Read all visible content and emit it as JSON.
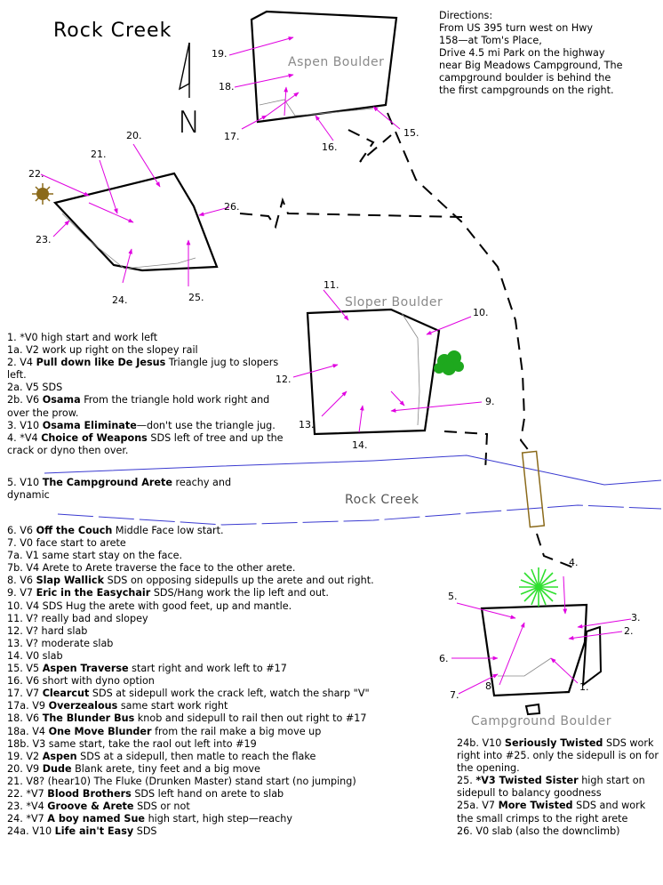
{
  "title": "Rock Creek",
  "directions": [
    "Directions:",
    "From US 395 turn west on Hwy",
    "158—at Tom's Place,",
    "Drive 4.5 mi Park on the highway",
    "near Big Meadows Campground, The",
    "campground boulder is behind the",
    "the first campgrounds on the right."
  ],
  "compass_label": "N",
  "boulders": {
    "aspen": "Aspen Boulder",
    "sloper": "Sloper Boulder",
    "campground": "Campground Boulder"
  },
  "creek_label": "Rock Creek",
  "map_numbers": {
    "n1": "1.",
    "n2": "2.",
    "n3": "3.",
    "n4": "4.",
    "n5": "5.",
    "n6": "6.",
    "n7": "7.",
    "n8": "8.",
    "n9": "9.",
    "n10": "10.",
    "n11": "11.",
    "n12": "12.",
    "n13": "13.",
    "n14": "14.",
    "n15": "15.",
    "n16": "16.",
    "n17": "17.",
    "n18": "18.",
    "n19": "19.",
    "n20": "20.",
    "n21": "21.",
    "n22": "22.",
    "n23": "23.",
    "n24": "24.",
    "n25": "25.",
    "n26": "26."
  },
  "routes_a": [
    {
      "num": "1.",
      "name": "",
      "text": "*V0 high start and work left"
    },
    {
      "num": "1a.",
      "name": "",
      "text": "V2 work up right on the slopey rail"
    },
    {
      "num": "2.",
      "pre": "V4",
      "name": "Pull down like De Jesus",
      "text": "Triangle jug to slopers left."
    },
    {
      "num": "2a.",
      "name": "",
      "text": "V5 SDS"
    },
    {
      "num": "2b.",
      "pre": "V6",
      "name": "Osama",
      "text": "From the triangle hold work right and over the prow."
    },
    {
      "num": "3.",
      "pre": "V10",
      "name": "Osama Eliminate",
      "text": "—don't use the triangle jug."
    },
    {
      "num": "4.",
      "pre": "*V4",
      "name": "Choice of Weapons",
      "text": "SDS left of tree and up the crack or dyno then over."
    }
  ],
  "route5": {
    "num": "5.",
    "pre": "V10",
    "name": "The Campground Arete",
    "text": "reachy and dynamic"
  },
  "routes_b": [
    {
      "num": "6.",
      "pre": "V6",
      "name": "Off the Couch",
      "text": "Middle Face low start."
    },
    {
      "num": "7.",
      "pre": "",
      "name": "",
      "text": "V0 face start to arete"
    },
    {
      "num": "7a.",
      "pre": "",
      "name": "",
      "text": "V1 same start stay on the face."
    },
    {
      "num": "7b.",
      "pre": "",
      "name": "",
      "text": "V4 Arete to Arete traverse the face to the other arete."
    },
    {
      "num": "8.",
      "pre": "V6",
      "name": "Slap Wallick",
      "text": "SDS on opposing sidepulls up the arete and out right."
    },
    {
      "num": "9.",
      "pre": "V7",
      "name": "Eric in the Easychair",
      "text": "SDS/Hang work the lip left and out."
    },
    {
      "num": "10.",
      "pre": "",
      "name": "",
      "text": "V4 SDS Hug the arete with good feet, up and mantle."
    },
    {
      "num": "11.",
      "pre": "",
      "name": "",
      "text": "V? really bad and slopey"
    },
    {
      "num": "12.",
      "pre": "",
      "name": "",
      "text": "V? hard slab"
    },
    {
      "num": "13.",
      "pre": "",
      "name": "",
      "text": "V? moderate slab"
    },
    {
      "num": "14.",
      "pre": "",
      "name": "",
      "text": "V0 slab"
    },
    {
      "num": "15.",
      "pre": "V5",
      "name": "Aspen Traverse",
      "text": "start right and work left to #17"
    },
    {
      "num": "16.",
      "pre": "",
      "name": "",
      "text": "V6 short with dyno option"
    },
    {
      "num": "17.",
      "pre": "V7",
      "name": "Clearcut",
      "text": "SDS at sidepull work the crack left, watch the sharp \"V\""
    },
    {
      "num": "17a.",
      "pre": "V9",
      "name": "Overzealous",
      "text": "same start work right"
    },
    {
      "num": "18.",
      "pre": "V6",
      "name": "The Blunder Bus",
      "text": "knob and sidepull to rail then out right to #17"
    },
    {
      "num": "18a.",
      "pre": "V4",
      "name": "One Move Blunder",
      "text": "from the rail make a big move up"
    },
    {
      "num": "18b.",
      "pre": "",
      "name": "",
      "text": "V3 same start, take the raol out left into #19"
    },
    {
      "num": "19.",
      "pre": "V2",
      "name": "Aspen",
      "text": "SDS at a sidepull, then matle to reach the flake"
    },
    {
      "num": "20.",
      "pre": "V9",
      "name": "Dude",
      "text": "Blank arete, tiny feet and a big move"
    },
    {
      "num": "21.",
      "pre": "",
      "name": "",
      "text": "V8? (hear10) The Fluke (Drunken Master) stand start (no jumping)"
    },
    {
      "num": "22.",
      "pre": "*V7",
      "name": "Blood Brothers",
      "text": "SDS left hand on arete to slab"
    },
    {
      "num": "23.",
      "pre": "*V4",
      "name": "Groove & Arete",
      "text": "SDS or not"
    },
    {
      "num": "24.",
      "pre": "*V7",
      "name": "A boy named Sue",
      "text": "high start, high step—reachy"
    },
    {
      "num": "24a.",
      "pre": "V10",
      "name": "Life ain't Easy",
      "text": "SDS"
    }
  ],
  "routes_c": [
    {
      "num": "24b.",
      "pre": "V10",
      "name": "Seriously Twisted",
      "text": "SDS work right into #25. only the sidepull is on for the opening."
    },
    {
      "num": "25.",
      "pre": "",
      "name": "*V3 Twisted Sister",
      "text": "high start on sidepull to balancy goodness"
    },
    {
      "num": "25a.",
      "pre": "V7",
      "name": "More Twisted",
      "text": "SDS and work the small crimps to the right arete"
    },
    {
      "num": "26.",
      "pre": "",
      "name": "",
      "text": "V0 slab (also the downclimb)"
    }
  ],
  "colors": {
    "arrow": "#e000e0",
    "creek": "#3a3ad0",
    "bridge": "#8b6a1a",
    "tree_aspen": "#1ea81e",
    "tree_campground": "#2ee02e",
    "tree_sun": "#8b6a1a",
    "path": "#000000"
  }
}
